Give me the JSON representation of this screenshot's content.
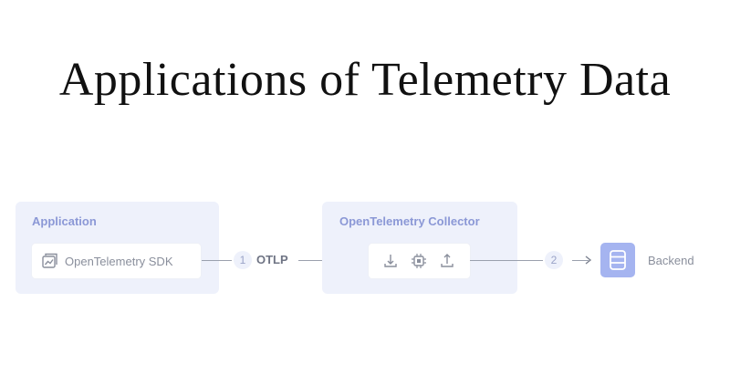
{
  "title": "Applications of Telemetry Data",
  "diagram": {
    "application_panel": {
      "label": "Application",
      "sdk_label": "OpenTelemetry SDK"
    },
    "step1": {
      "number": "1",
      "protocol": "OTLP"
    },
    "collector_panel": {
      "label": "OpenTelemetry Collector"
    },
    "step2": {
      "number": "2"
    },
    "backend": {
      "label": "Backend"
    }
  },
  "icons": [
    "document-chart-icon",
    "receiver-icon",
    "processor-chip-icon",
    "exporter-icon",
    "database-icon"
  ],
  "colors": {
    "panel_bg": "#eef1fb",
    "panel_title": "#8b98d6",
    "backend_icon": "#a5b4f0",
    "text_muted": "#8a8f9c",
    "connector": "#9aa0ad"
  }
}
